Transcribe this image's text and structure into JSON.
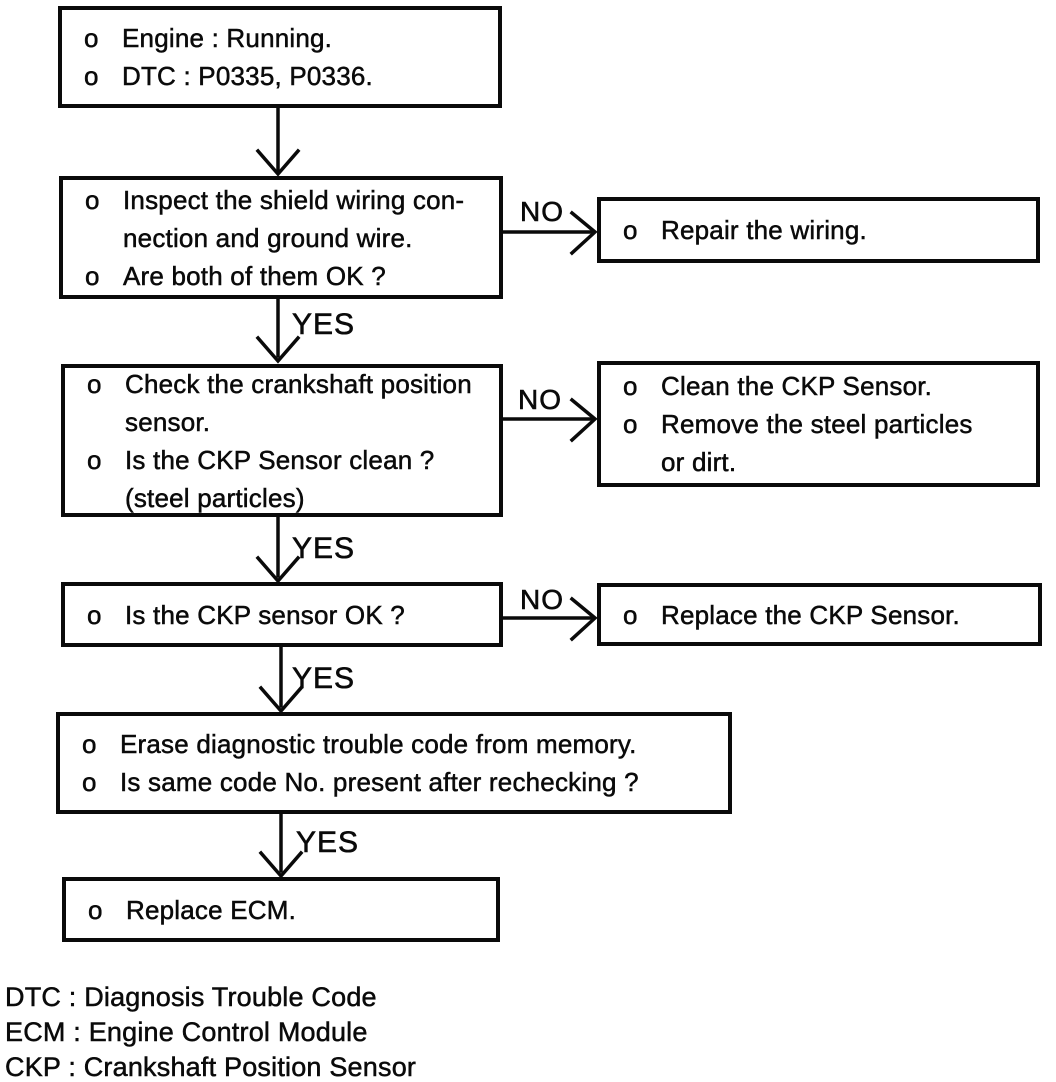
{
  "diagram": {
    "bullet": "o",
    "labels": {
      "yes": "YES",
      "no": "NO"
    },
    "boxes": {
      "engine_dtc": {
        "items": [
          {
            "text": "Engine : Running."
          },
          {
            "text": "DTC : P0335, P0336."
          }
        ]
      },
      "inspect_wiring": {
        "items": [
          {
            "text": "Inspect the shield wiring con-\nnection and ground wire."
          },
          {
            "text": "Are both of them OK ?"
          }
        ]
      },
      "repair_wiring": {
        "items": [
          {
            "text": "Repair the wiring."
          }
        ]
      },
      "check_ckp": {
        "items": [
          {
            "text": "Check the crankshaft position\nsensor."
          },
          {
            "text": "Is the CKP Sensor clean ?\n(steel particles)"
          }
        ]
      },
      "clean_ckp": {
        "items": [
          {
            "text": "Clean the CKP Sensor."
          },
          {
            "text": "Remove the steel particles\nor dirt."
          }
        ]
      },
      "ckp_ok": {
        "items": [
          {
            "text": "Is the CKP sensor OK ?"
          }
        ]
      },
      "replace_ckp": {
        "items": [
          {
            "text": "Replace the CKP Sensor."
          }
        ]
      },
      "erase_dtc": {
        "items": [
          {
            "text": "Erase diagnostic trouble code from memory."
          },
          {
            "text": "Is same code No. present after rechecking ?"
          }
        ]
      },
      "replace_ecm": {
        "items": [
          {
            "text": "Replace ECM."
          }
        ]
      }
    },
    "legend": {
      "line1": "DTC : Diagnosis Trouble Code",
      "line2": "ECM : Engine Control Module",
      "line3": "CKP : Crankshaft Position Sensor"
    }
  }
}
